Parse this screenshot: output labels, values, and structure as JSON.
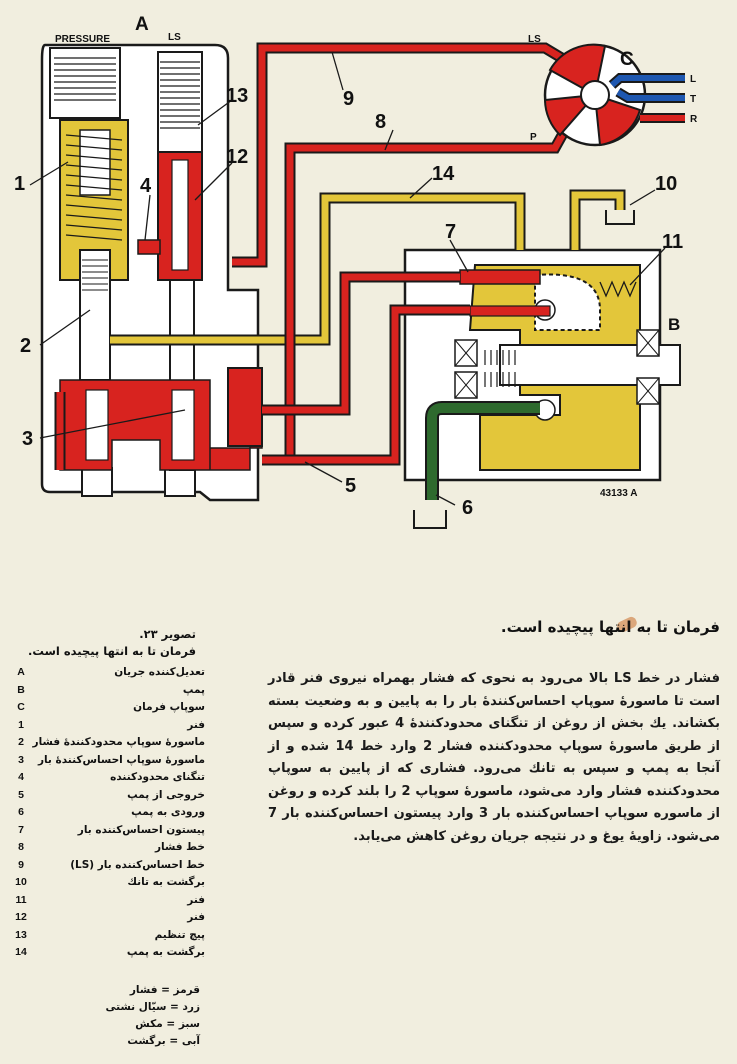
{
  "diagram": {
    "labels": {
      "pressure": "PRESSURE",
      "ls_top": "LS",
      "ls_line": "LS",
      "a": "A",
      "b": "B",
      "c": "C",
      "p": "P",
      "l": "L",
      "t": "T",
      "r": "R",
      "figure_code": "43133 A"
    },
    "numbers": [
      "1",
      "2",
      "3",
      "4",
      "5",
      "6",
      "7",
      "8",
      "9",
      "10",
      "11",
      "12",
      "13",
      "14"
    ],
    "colors": {
      "pressure": "#d8231f",
      "return": "#1e57b0",
      "neutral": "#e3c63a",
      "suction": "#2e6a2e",
      "body": "#ffffff",
      "outline": "#1a1a1a"
    }
  },
  "caption": {
    "title": "فرمان تا به انتها پیچیده است.",
    "paragraph": "فشار در خط LS بالا می‌رود به نحوی که فشار بهمراه نیروی فنر قادر است تا ماسورهٔ سوپاپ احساس‌کنندهٔ بار را به پایین و به وضعیت بسته بکشاند. یك بخش از روغن از تنگنای محدودکنندهٔ 4 عبور کرده و سپس از طریق ماسورهٔ سوپاپ محدودکننده فشار 2 وارد خط 14 شده و از آنجا به پمپ و سپس به تانك می‌رود. فشاری که از پایین به سوپاپ محدودکننده فشار وارد می‌شود، ماسورهٔ سوپاپ 2 را بلند کرده و روغن از ماسوره سوپاپ احساس‌کننده بار 3 وارد پیستون احساس‌کننده بار 7 می‌شود. زاویهٔ یوغ و در نتیجه جریان روغن کاهش می‌یابد."
  },
  "legend": {
    "figure_number": "تصویر ۲۳.",
    "figure_title": "فرمان تا به انتها پیچیده است.",
    "items": [
      {
        "key": "A",
        "text": "تعدیل‌کننده جریان"
      },
      {
        "key": "B",
        "text": "پمپ"
      },
      {
        "key": "C",
        "text": "سوپاپ فرمان"
      },
      {
        "key": "1",
        "text": "فنر"
      },
      {
        "key": "2",
        "text": "ماسورهٔ سوپاپ محدودکنندهٔ فشار"
      },
      {
        "key": "3",
        "text": "ماسورهٔ سوپاپ احساس‌کنندهٔ بار"
      },
      {
        "key": "4",
        "text": "تنگنای محدودکننده"
      },
      {
        "key": "5",
        "text": "خروجی از پمپ"
      },
      {
        "key": "6",
        "text": "ورودی به پمپ"
      },
      {
        "key": "7",
        "text": "پیستون احساس‌کننده بار"
      },
      {
        "key": "8",
        "text": "خط فشار"
      },
      {
        "key": "9",
        "text": "خط احساس‌کننده بار (LS)"
      },
      {
        "key": "10",
        "text": "برگشت به تانك"
      },
      {
        "key": "11",
        "text": "فنر"
      },
      {
        "key": "12",
        "text": "فنر"
      },
      {
        "key": "13",
        "text": "پیچ تنظیم"
      },
      {
        "key": "14",
        "text": "برگشت به پمپ"
      }
    ],
    "color_key": [
      "قرمز = فشار",
      "زرد = سیّال نشتی",
      "سبز = مکش",
      "آبی = برگشت"
    ]
  }
}
